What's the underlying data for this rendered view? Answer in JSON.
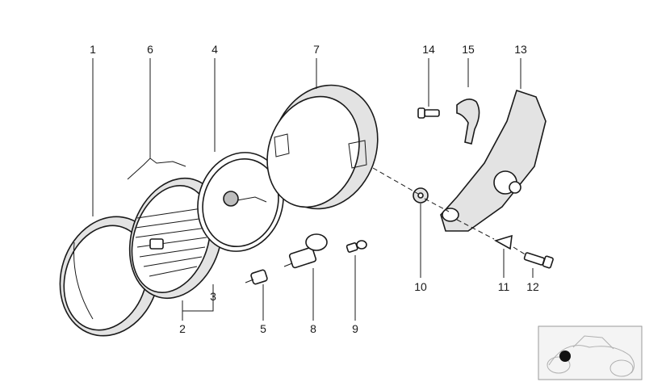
{
  "diagram": {
    "callouts": [
      {
        "id": "1",
        "label": "1"
      },
      {
        "id": "2",
        "label": "2"
      },
      {
        "id": "3",
        "label": "3"
      },
      {
        "id": "4",
        "label": "4"
      },
      {
        "id": "5",
        "label": "5"
      },
      {
        "id": "6",
        "label": "6"
      },
      {
        "id": "7",
        "label": "7"
      },
      {
        "id": "8",
        "label": "8"
      },
      {
        "id": "9",
        "label": "9"
      },
      {
        "id": "10",
        "label": "10"
      },
      {
        "id": "11",
        "label": "11"
      },
      {
        "id": "12",
        "label": "12"
      },
      {
        "id": "13",
        "label": "13"
      },
      {
        "id": "14",
        "label": "14"
      },
      {
        "id": "15",
        "label": "15"
      }
    ],
    "thumbnail": {
      "icon": "motorcycle-location-thumbnail"
    }
  }
}
